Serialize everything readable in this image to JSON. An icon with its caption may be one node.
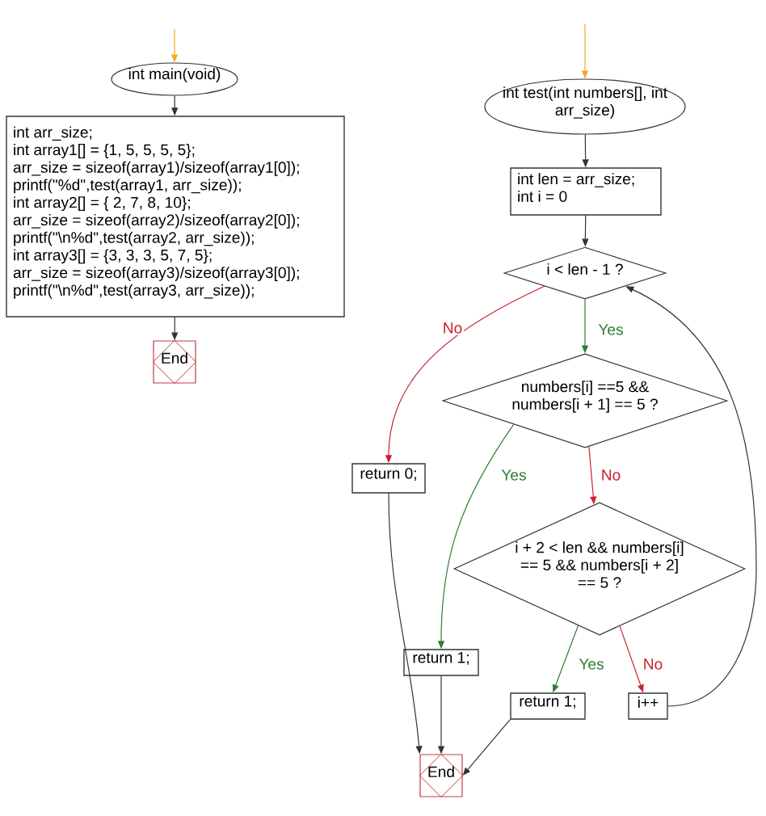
{
  "diagram": {
    "nodes": [
      {
        "text": [
          "int main(void)"
        ]
      },
      {
        "text": [
          "int arr_size;",
          "int array1[] = {1, 5, 5, 5, 5};",
          "arr_size = sizeof(array1)/sizeof(array1[0]);",
          "printf(\"%d\",test(array1, arr_size));",
          "int array2[] = { 2, 7, 8, 10};",
          "arr_size = sizeof(array2)/sizeof(array2[0]);",
          "printf(\"\\n%d\",test(array2, arr_size));",
          "int array3[] = {3, 3, 3, 5, 7, 5};",
          "arr_size = sizeof(array3)/sizeof(array3[0]);",
          "printf(\"\\n%d\",test(array3, arr_size));"
        ]
      },
      {
        "text": [
          "End"
        ]
      },
      {
        "text": [
          "int test(int numbers[], int arr_size)"
        ]
      },
      {
        "text": [
          "int len = arr_size;",
          "int i = 0"
        ]
      },
      {
        "text": [
          "i < len - 1 ?"
        ]
      },
      {
        "text": [
          "numbers[i] ==5 && numbers[i + 1] == 5 ?"
        ]
      },
      {
        "text": [
          "return 0;"
        ]
      },
      {
        "text": [
          "i + 2 < len && numbers[i] == 5 && numbers[i + 2] == 5 ?"
        ]
      },
      {
        "text": [
          "return 1;"
        ]
      },
      {
        "text": [
          "return 1;"
        ]
      },
      {
        "text": [
          "i++"
        ]
      },
      {
        "text": [
          "End"
        ]
      }
    ],
    "edges": [
      {
        "from": null,
        "to": 0,
        "arrow": "to",
        "color": "#f5a623"
      },
      {
        "from": null,
        "to": 3,
        "arrow": "to",
        "color": "#f5a623"
      },
      {
        "from": 0,
        "to": 1,
        "arrow": "to"
      },
      {
        "from": 1,
        "to": 2,
        "arrow": "to"
      },
      {
        "from": 3,
        "to": 4,
        "arrow": "to"
      },
      {
        "from": 4,
        "to": 5,
        "arrow": "to"
      },
      {
        "from": 5,
        "to": 6,
        "arrow": "to",
        "label": "Yes",
        "color": "#2e7d32"
      },
      {
        "from": 5,
        "to": 7,
        "arrow": "to",
        "label": "No",
        "color": "#cc2233"
      },
      {
        "from": 6,
        "to": 9,
        "arrow": "to",
        "label": "Yes",
        "color": "#2e7d32"
      },
      {
        "from": 6,
        "to": 8,
        "arrow": "to",
        "label": "No",
        "color": "#cc2233"
      },
      {
        "from": 8,
        "to": 10,
        "arrow": "to",
        "label": "Yes",
        "color": "#2e7d32"
      },
      {
        "from": 8,
        "to": 11,
        "arrow": "to",
        "label": "No",
        "color": "#cc2233"
      },
      {
        "from": 11,
        "to": 5,
        "arrow": "to"
      },
      {
        "from": 7,
        "to": 12,
        "arrow": "to"
      },
      {
        "from": 9,
        "to": 12,
        "arrow": "to"
      },
      {
        "from": 10,
        "to": 12,
        "arrow": "to"
      }
    ]
  }
}
